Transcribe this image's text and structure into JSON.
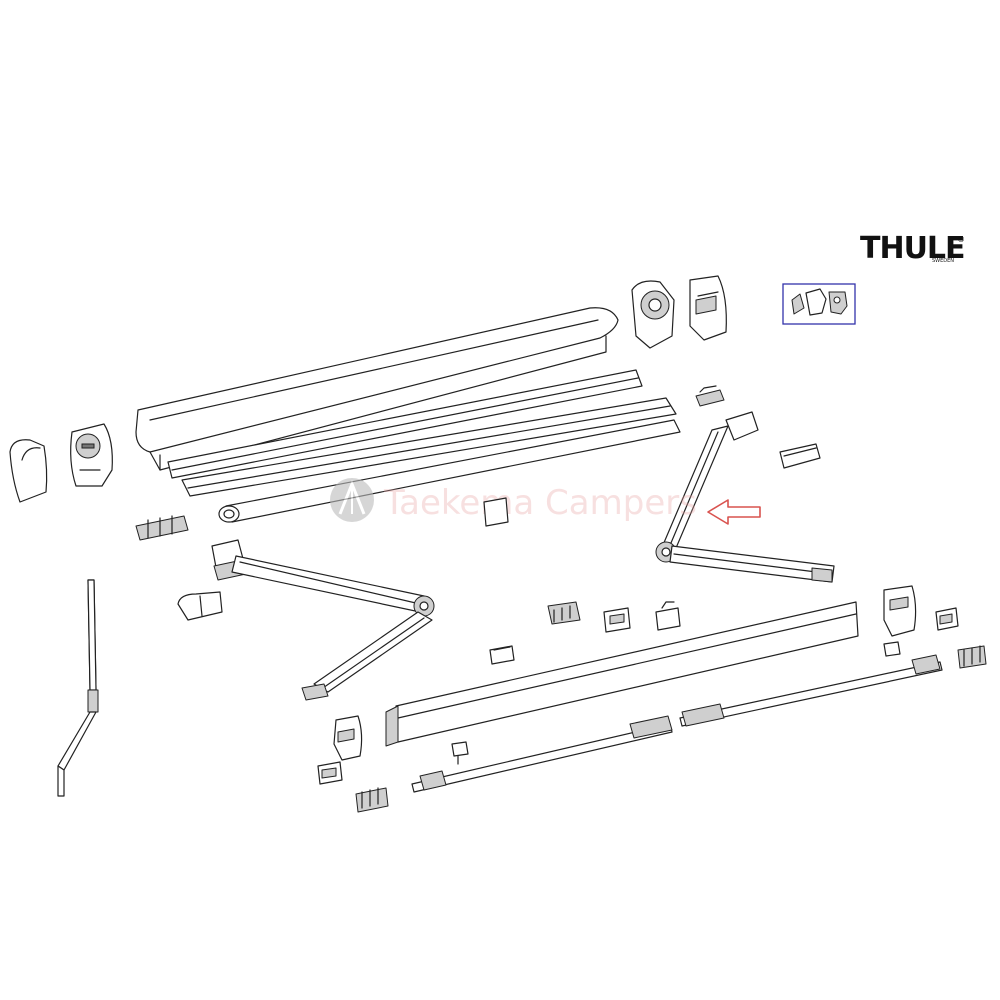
{
  "brand": {
    "name": "THULE",
    "sub": "SWEDEN",
    "registered": "®"
  },
  "watermark": {
    "text": "Taekema Campers",
    "color": "#e8a0a0"
  },
  "colors": {
    "line": "#222222",
    "highlight_box": "#3333aa",
    "arrow": "#d9534f",
    "part_shading": "#cfcfcf"
  },
  "callout": {
    "arrow_icon": "left-arrow-icon",
    "points_to": "right-support-arm"
  }
}
